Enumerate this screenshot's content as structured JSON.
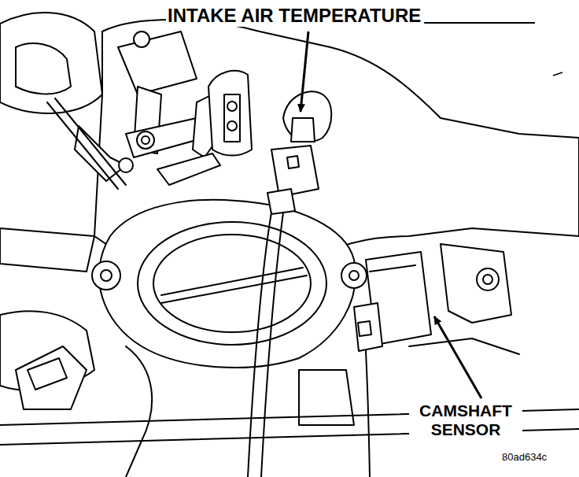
{
  "diagram": {
    "labels": [
      "INTAKE AIR TEMPERATURE",
      "CAMSHAFT SENSOR",
      "80ad634c"
    ]
  }
}
